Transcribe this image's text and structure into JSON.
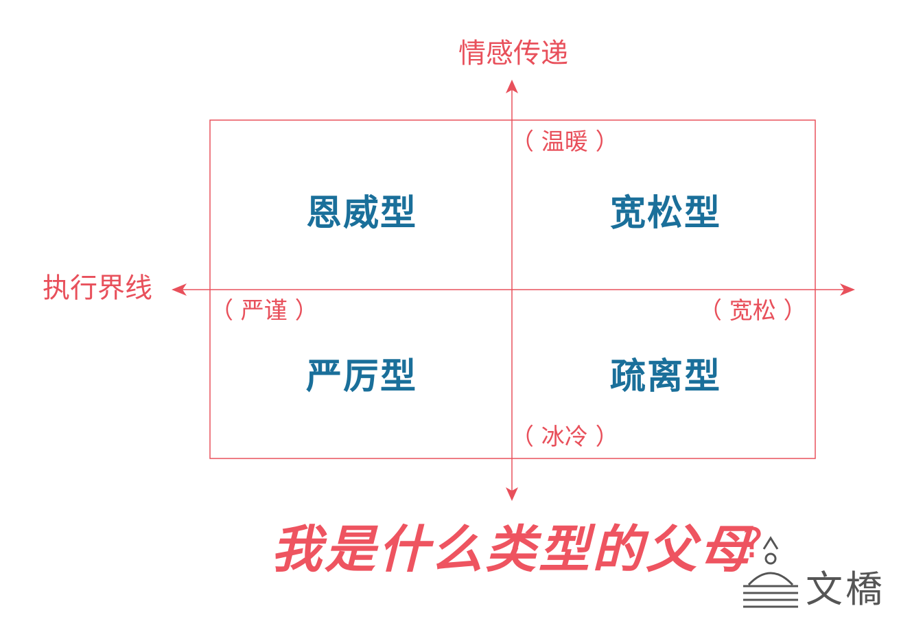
{
  "axes": {
    "vertical_label": "情感传递",
    "horizontal_label": "执行界线"
  },
  "poles": {
    "top": "（ 温暖 ）",
    "bottom": "（ 冰冷 ）",
    "left": "（ 严谨 ）",
    "right": "（ 宽松 ）"
  },
  "quadrants": {
    "top_left": "恩威型",
    "top_right": "宽松型",
    "bottom_left": "严厉型",
    "bottom_right": "疏离型"
  },
  "title": "我是什么类型的父母",
  "title_mark": "?",
  "logo": {
    "text": "文橋"
  },
  "colors": {
    "accent": "#e8505b",
    "quadrant_text": "#1a6f9a",
    "title": "#ee5460",
    "logo": "#555555"
  }
}
